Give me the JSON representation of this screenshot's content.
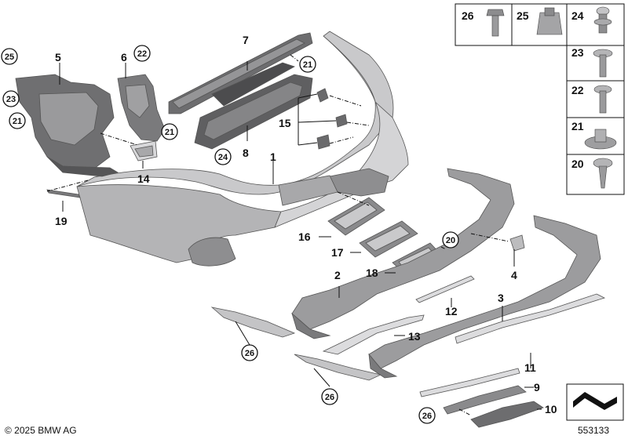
{
  "copyright": "© 2025 BMW AG",
  "diagram_number": "553133",
  "callouts": [
    "1",
    "2",
    "3",
    "4",
    "5",
    "6",
    "7",
    "8",
    "9",
    "10",
    "11",
    "12",
    "13",
    "14",
    "15",
    "16",
    "17",
    "18",
    "19"
  ],
  "circled_callouts": {
    "c25": "25",
    "c23": "23",
    "c21": "21",
    "c22": "22",
    "c24": "24",
    "c20": "20",
    "c26": "26"
  },
  "legend": {
    "row1": [
      "26",
      "25",
      "24"
    ],
    "rows": [
      "23",
      "22",
      "21",
      "20"
    ]
  }
}
